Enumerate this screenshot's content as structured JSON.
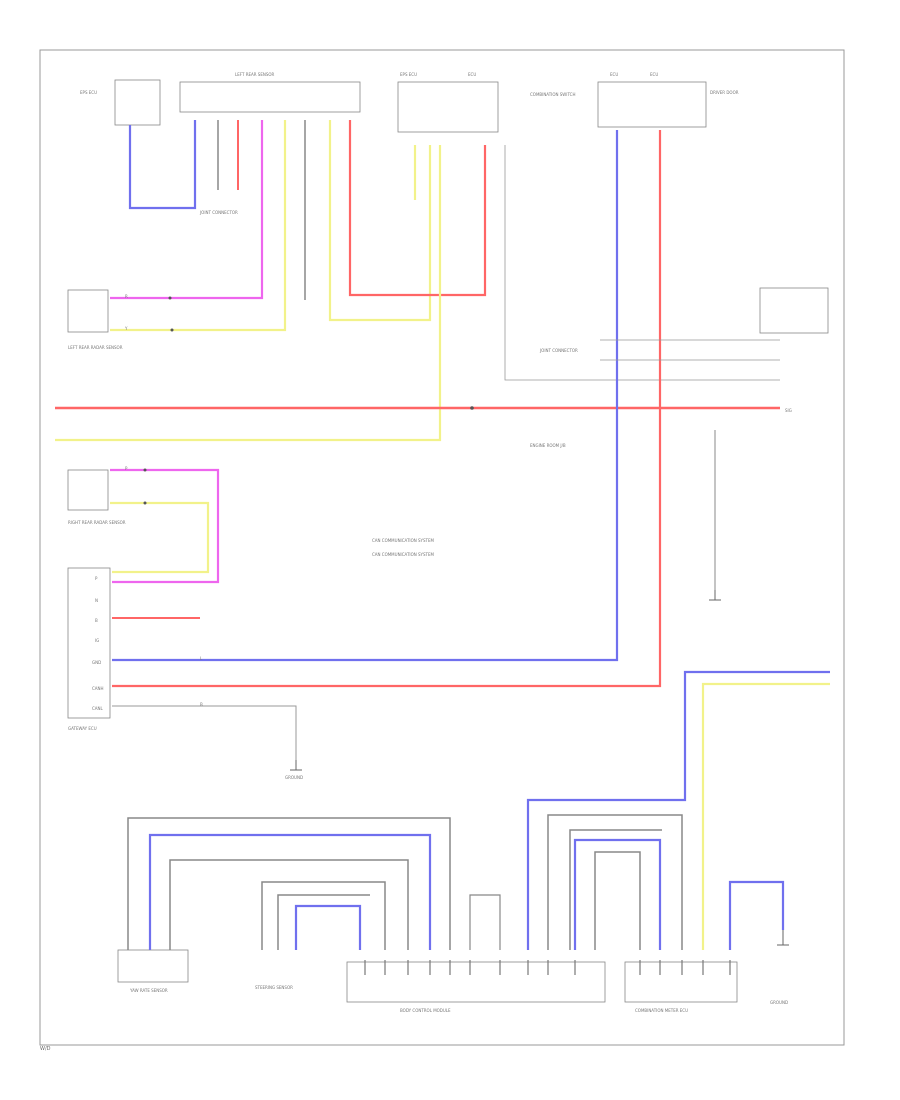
{
  "labels": {
    "sensor_left_small": "EPS ECU",
    "left_group_title": "LEFT REAR SENSOR",
    "top_mid_1": "EPS ECU",
    "top_mid_2": "ECU",
    "top_right_1": "ECU",
    "top_right_2": "ECU",
    "combination_switch": "COMBINATION SWITCH",
    "left_rear_sensor": "LEFT REAR RADAR SENSOR",
    "right_rear_sensor": "RIGHT REAR RADAR SENSOR",
    "gateway_ecu": "GATEWAY ECU",
    "driver_door": "DRIVER DOOR",
    "joint_connector_1": "JOINT CONNECTOR",
    "joint_connector_2": "JOINT CONNECTOR",
    "engine_room_jb": "ENGINE ROOM J/B",
    "bcm": "BODY CONTROL MODULE",
    "yaw_sensor": "YAW RATE SENSOR",
    "steering_sensor": "STEERING SENSOR",
    "meter_ecu": "COMBINATION METER ECU",
    "ground_1": "GROUND",
    "ground_2": "GROUND",
    "legend_1": "CAN COMMUNICATION SYSTEM",
    "legend_2": "CAN COMMUNICATION SYSTEM",
    "pin_1": "P",
    "pin_2": "N",
    "pin_3": "B",
    "pin_4": "IG",
    "pin_5": "GND",
    "pin_6": "CANH",
    "pin_7": "CANL",
    "pin_8": "SIG",
    "wire_r": "R",
    "wire_y": "Y",
    "wire_l": "L",
    "wire_p": "P",
    "wire_b": "B",
    "footer": "W/D"
  },
  "colors": {
    "red": "#ff6666",
    "yellow": "#f2f28a",
    "blue": "#7070ee",
    "magenta": "#ee66ee",
    "gray": "#888888",
    "frame": "#999999"
  }
}
